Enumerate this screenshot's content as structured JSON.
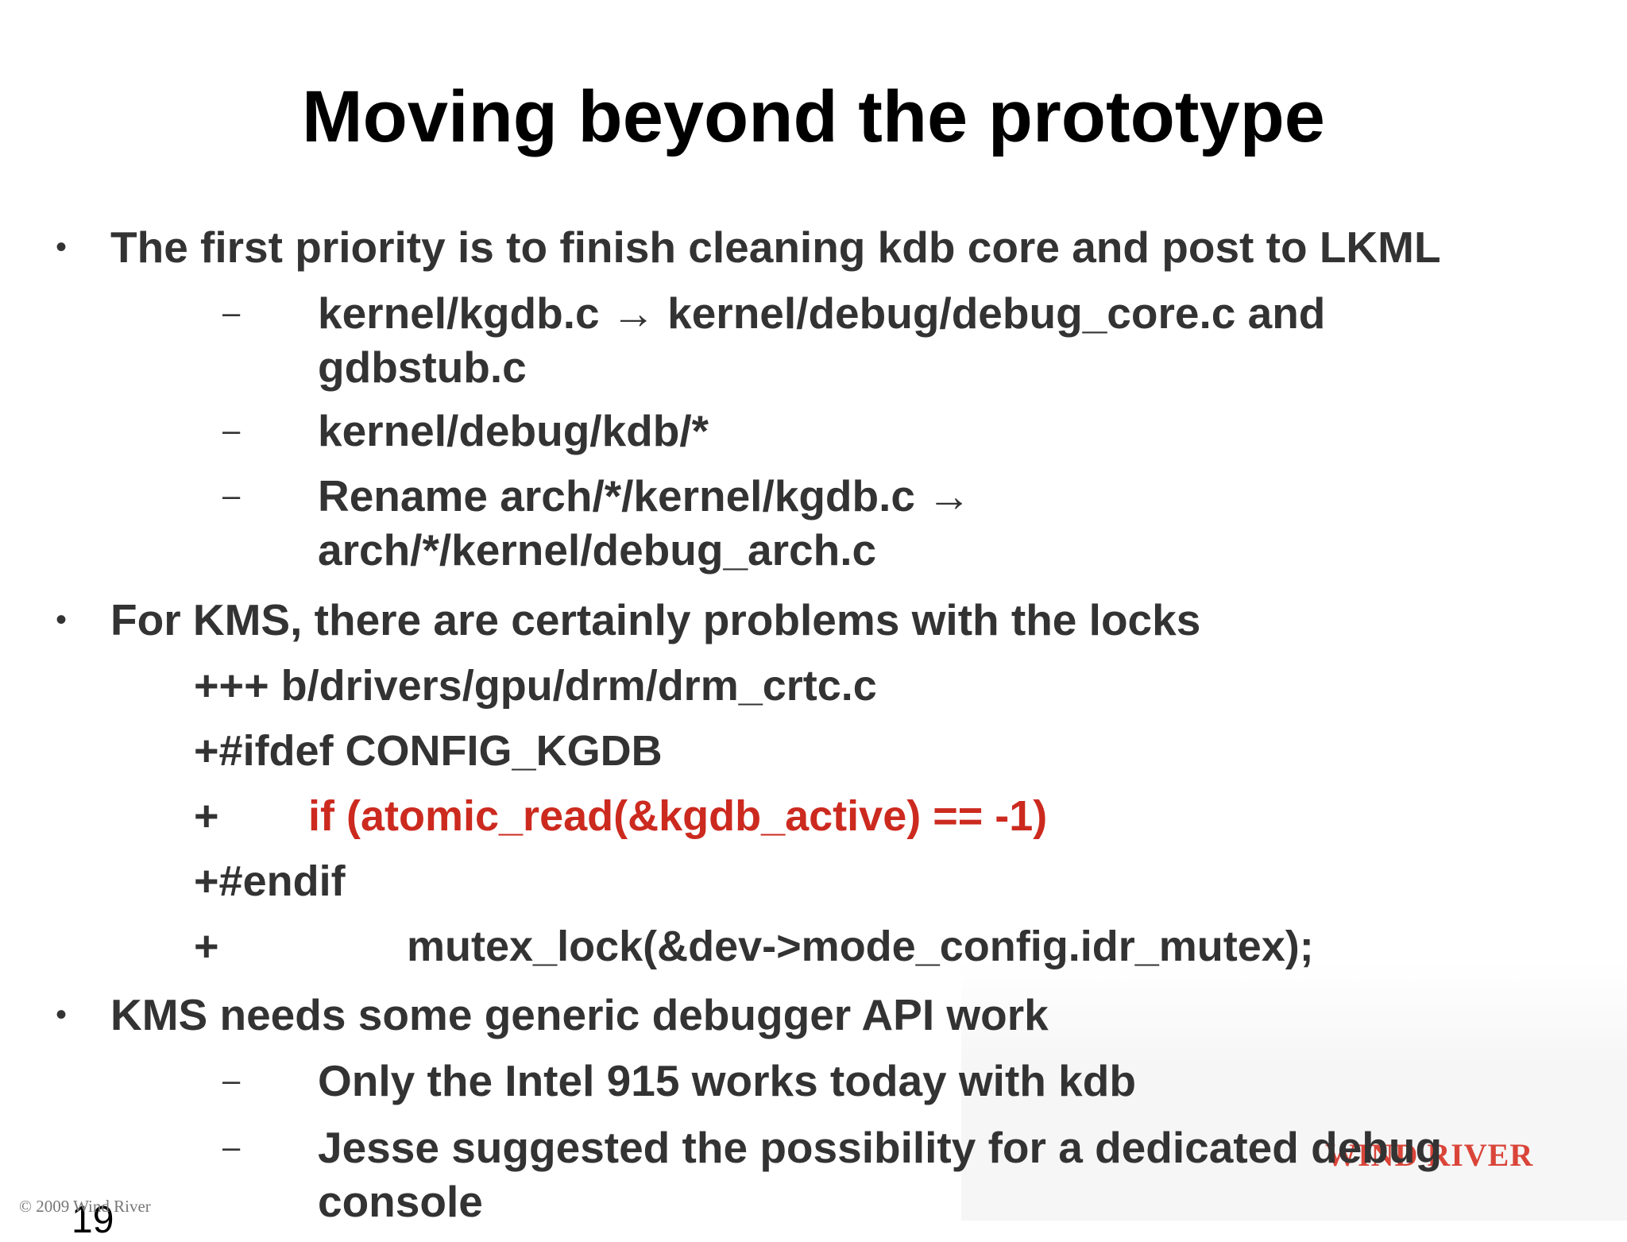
{
  "slide": {
    "title": "Moving beyond the prototype",
    "bullet_glyph": "•",
    "dash_glyph": "–",
    "bullets": [
      {
        "text": "The first priority is to finish cleaning kdb core and post to LKML",
        "subitems": [
          {
            "line1": "kernel/kgdb.c  → kernel/debug/debug_core.c and",
            "line2": "gdbstub.c"
          },
          {
            "line1": "kernel/debug/kdb/*"
          },
          {
            "line1": "Rename arch/*/kernel/kgdb.c →",
            "line2": "arch/*/kernel/debug_arch.c"
          }
        ]
      },
      {
        "text": "For KMS, there are certainly problems with the locks",
        "code": [
          "+++ b/drivers/gpu/drm/drm_crtc.c",
          "+#ifdef CONFIG_KGDB",
          {
            "prefix": "+",
            "text": "if (atomic_read(&kgdb_active) == -1)"
          },
          "+#endif",
          {
            "prefix": "+",
            "text": "mutex_lock(&dev->mode_config.idr_mutex);"
          }
        ]
      },
      {
        "text": "KMS needs some generic debugger API work",
        "subitems": [
          {
            "line1": "Only the Intel 915 works today with kdb"
          },
          {
            "line1": "Jesse suggested the possibility for a dedicated debug",
            "line2": "console"
          }
        ]
      }
    ],
    "footer": "© 2009 Wind River",
    "page_number": "19",
    "logo_text": "WIND RIVER",
    "colors": {
      "title": "#000000",
      "body": "#333333",
      "highlight": "#cc2a1f",
      "logo": "#d8362a"
    }
  }
}
